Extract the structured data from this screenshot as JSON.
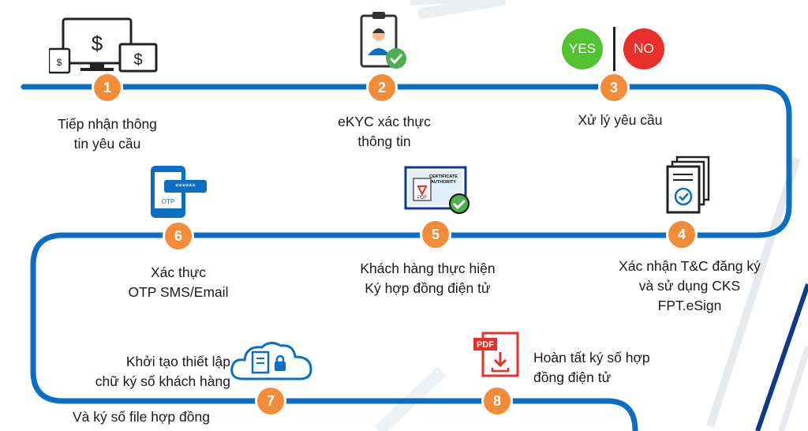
{
  "colors": {
    "path": "#0a6fc2",
    "badge": "#f28c38",
    "yes": "#52c234",
    "no": "#e8302a",
    "deco": "#e9ecef",
    "accent_dark": "#0d3a8a"
  },
  "steps": [
    {
      "num": "1",
      "lines": [
        "Tiếp nhận thông",
        "tin yêu cầu"
      ],
      "icon": "computer-devices-dollar-icon"
    },
    {
      "num": "2",
      "lines": [
        "eKYC xác thực",
        "thông tin"
      ],
      "icon": "id-clipboard-check-icon"
    },
    {
      "num": "3",
      "lines": [
        "Xử lý yêu cầu"
      ],
      "icon": "yes-no-icon",
      "yes": "YES",
      "no": "NO"
    },
    {
      "num": "4",
      "lines": [
        "Xác nhận T&C đăng ký",
        "và sử dụng CKS",
        "FPT.eSign"
      ],
      "icon": "documents-check-icon"
    },
    {
      "num": "5",
      "lines": [
        "Khách hàng thực hiện",
        "Ký hợp đồng điện tử"
      ],
      "icon": "certificate-pdf-icon",
      "cert_text": [
        "CERTIFICATE",
        "AUTHORITY"
      ],
      "pdf_text": "PDF"
    },
    {
      "num": "6",
      "lines": [
        "Xác thực",
        "OTP SMS/Email"
      ],
      "icon": "otp-phone-icon",
      "otp_text": "OTP",
      "stars": "******"
    },
    {
      "num": "7",
      "lines": [
        "Khởi tạo thiết lập",
        "chữ ký số khách hàng"
      ],
      "extra": "Và ký số file hợp đồng",
      "icon": "cloud-document-lock-icon"
    },
    {
      "num": "8",
      "lines": [
        "Hoàn tất ký số hợp",
        "đồng điện tử"
      ],
      "icon": "pdf-download-icon",
      "pdf_text": "PDF"
    }
  ]
}
